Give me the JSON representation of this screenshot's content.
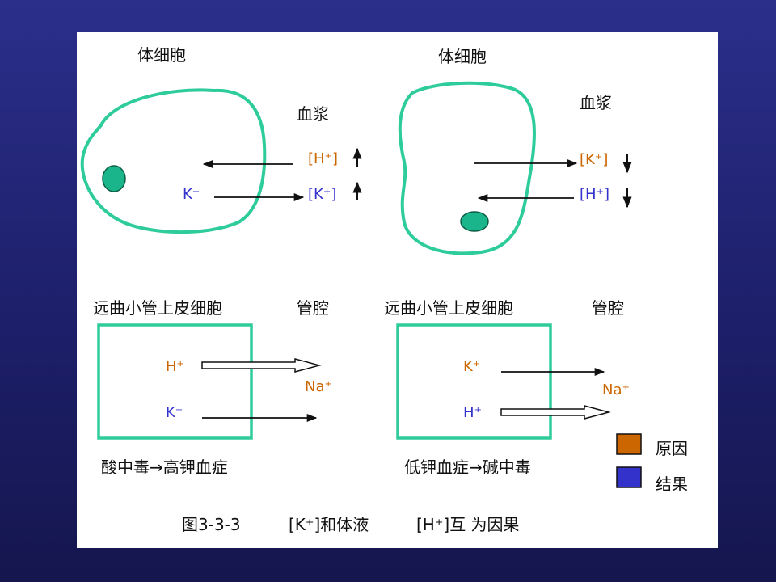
{
  "colors": {
    "cause": "#cc6600",
    "result": "#3333cc",
    "cell": "#2ecc9a",
    "nucleus": "#1ab58a",
    "text": "#111111"
  },
  "top_left": {
    "cell_title": "体细胞",
    "plasma_label": "血浆",
    "ion_h": "[H⁺]",
    "ion_k_inside": "K⁺",
    "ion_k": "[K⁺]"
  },
  "top_right": {
    "cell_title": "体细胞",
    "plasma_label": "血浆",
    "ion_k": "[K⁺]",
    "ion_h": "[H⁺]"
  },
  "bottom_left": {
    "cell_label": "远曲小管上皮细胞",
    "lumen_label": "管腔",
    "ion_h": "H⁺",
    "ion_k": "K⁺",
    "ion_na": "Na⁺",
    "caption": "酸中毒→高钾血症"
  },
  "bottom_right": {
    "cell_label": "远曲小管上皮细胞",
    "lumen_label": "管腔",
    "ion_k": "K⁺",
    "ion_h": "H⁺",
    "ion_na": "Na⁺",
    "caption": "低钾血症→碱中毒"
  },
  "legend": {
    "cause": "原因",
    "result": "结果"
  },
  "figure": {
    "number": "图3-3-3",
    "caption_part1": "[K⁺]和体液",
    "caption_part2": "[H⁺]互 为因果"
  }
}
